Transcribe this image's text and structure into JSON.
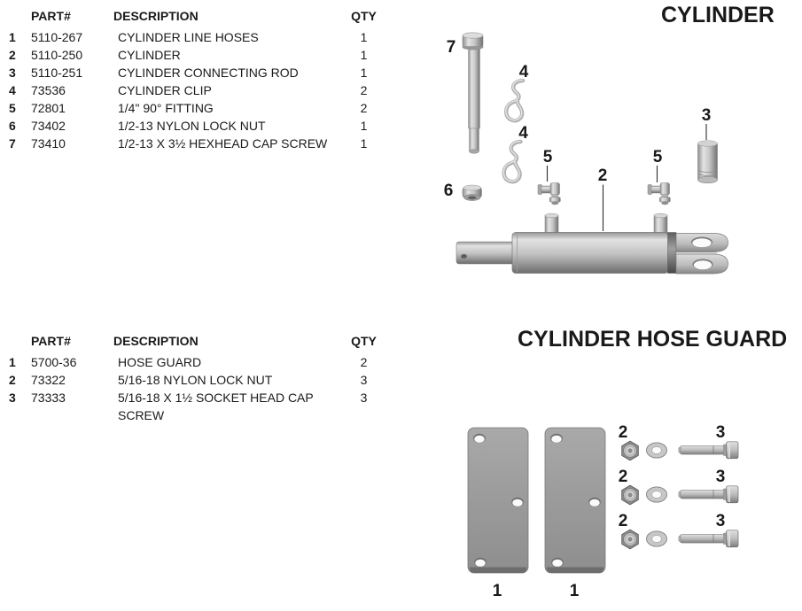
{
  "cylinder": {
    "title": "CYLINDER",
    "table": {
      "headers": {
        "part": "PART#",
        "description": "DESCRIPTION",
        "qty": "QTY"
      },
      "rows": [
        {
          "num": "1",
          "part": "5110-267",
          "description": "CYLINDER LINE HOSES",
          "qty": "1"
        },
        {
          "num": "2",
          "part": "5110-250",
          "description": "CYLINDER",
          "qty": "1"
        },
        {
          "num": "3",
          "part": "5110-251",
          "description": "CYLINDER CONNECTING ROD",
          "qty": "1"
        },
        {
          "num": "4",
          "part": "73536",
          "description": "CYLINDER CLIP",
          "qty": "2"
        },
        {
          "num": "5",
          "part": "72801",
          "description": "1/4\" 90° FITTING",
          "qty": "2"
        },
        {
          "num": "6",
          "part": "73402",
          "description": "1/2-13 NYLON LOCK NUT",
          "qty": "1"
        },
        {
          "num": "7",
          "part": "73410",
          "description": "1/2-13 X 3½ HEXHEAD CAP SCREW",
          "qty": "1"
        }
      ]
    },
    "callouts": {
      "bolt": "7",
      "clip_top": "4",
      "clip_bottom": "4",
      "nut": "6",
      "fitting_left": "5",
      "fitting_right": "5",
      "body": "2",
      "bushing": "3"
    }
  },
  "hose_guard": {
    "title": "CYLINDER HOSE GUARD",
    "table": {
      "headers": {
        "part": "PART#",
        "description": "DESCRIPTION",
        "qty": "QTY"
      },
      "rows": [
        {
          "num": "1",
          "part": "5700-36",
          "description": "HOSE GUARD",
          "qty": "2"
        },
        {
          "num": "2",
          "part": "73322",
          "description": "5/16-18 NYLON LOCK NUT",
          "qty": "3"
        },
        {
          "num": "3",
          "part": "73333",
          "description": "5/16-18 X 1½ SOCKET HEAD CAP SCREW",
          "qty": "3"
        }
      ]
    },
    "callouts": {
      "plate_left": "1",
      "plate_right": "1",
      "nut": "2",
      "screw": "3"
    }
  },
  "colors": {
    "text": "#1a1a1a",
    "metal_light": "#e2e2e2",
    "metal_mid": "#bdbdbd",
    "metal_dark": "#6f6f6f",
    "plate_gray": "#9a9a9a"
  }
}
